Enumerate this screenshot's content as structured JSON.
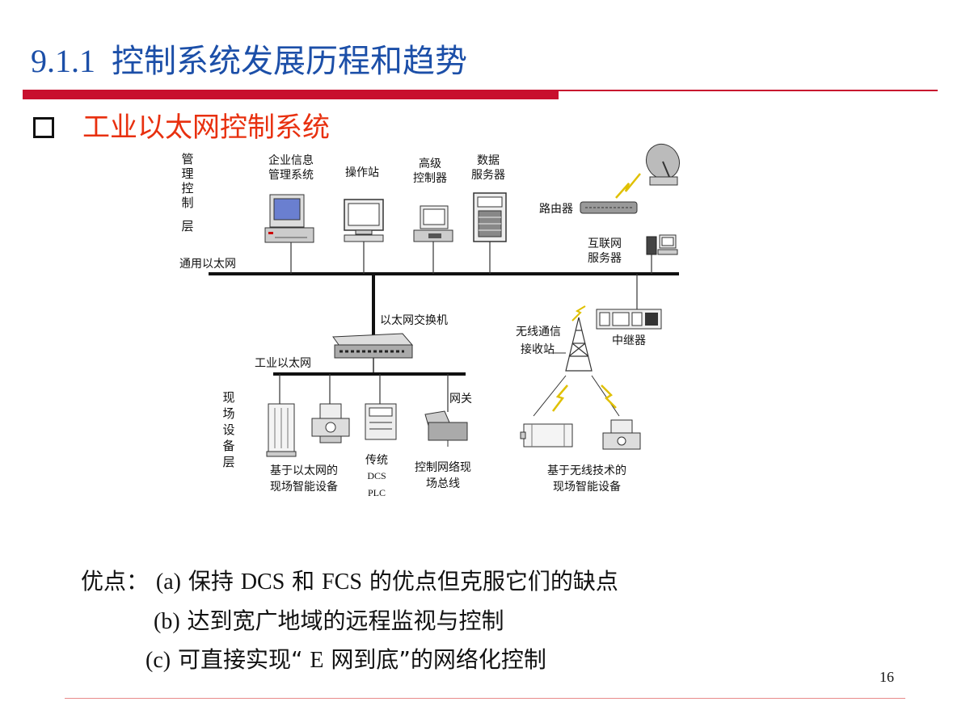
{
  "slide": {
    "section_number": "9.1.1",
    "title": "控制系统发展历程和趋势",
    "subtitle": "工业以太网控制系统",
    "page_number": "16",
    "colors": {
      "title": "#1c4fa8",
      "subtitle": "#e8300f",
      "accent_bar": "#c8102e"
    }
  },
  "diagram": {
    "layer_top": [
      "管",
      "理",
      "控",
      "制",
      "层"
    ],
    "layer_bottom": [
      "现",
      "场",
      "设",
      "备",
      "层"
    ],
    "devices_top": {
      "enterprise": [
        "企业信息",
        "管理系统"
      ],
      "workstation": "操作站",
      "controller": [
        "高级",
        "控制器"
      ],
      "data_server": [
        "数据",
        "服务器"
      ],
      "router": "路由器",
      "internet_server": [
        "互联网",
        "服务器"
      ]
    },
    "bus_general": "通用以太网",
    "switch": "以太网交换机",
    "bus_industrial": "工业以太网",
    "gateway": "网关",
    "wireless_station": [
      "无线通信",
      "接收站"
    ],
    "repeater": "中继器",
    "devices_bottom": {
      "ethernet_devices": [
        "基于以太网的",
        "现场智能设备"
      ],
      "legacy": [
        "传统",
        "DCS",
        "PLC"
      ],
      "fieldbus": [
        "控制网络现",
        "场总线"
      ],
      "wireless_devices": [
        "基于无线技术的",
        "现场智能设备"
      ]
    }
  },
  "advantages": {
    "label": "优点：",
    "a_prefix": "(a)",
    "a_text_1": " 保持 ",
    "a_dcs": "DCS",
    "a_text_2": " 和 ",
    "a_fcs": "FCS",
    "a_text_3": " 的优点但克服它们的缺点",
    "b_prefix": "(b)",
    "b_text": " 达到宽广地域的远程监视与控制",
    "c_prefix": "(c)",
    "c_text_1": " 可直接实现“ ",
    "c_e": "E",
    "c_text_2": " 网到底”的网络化控制"
  }
}
